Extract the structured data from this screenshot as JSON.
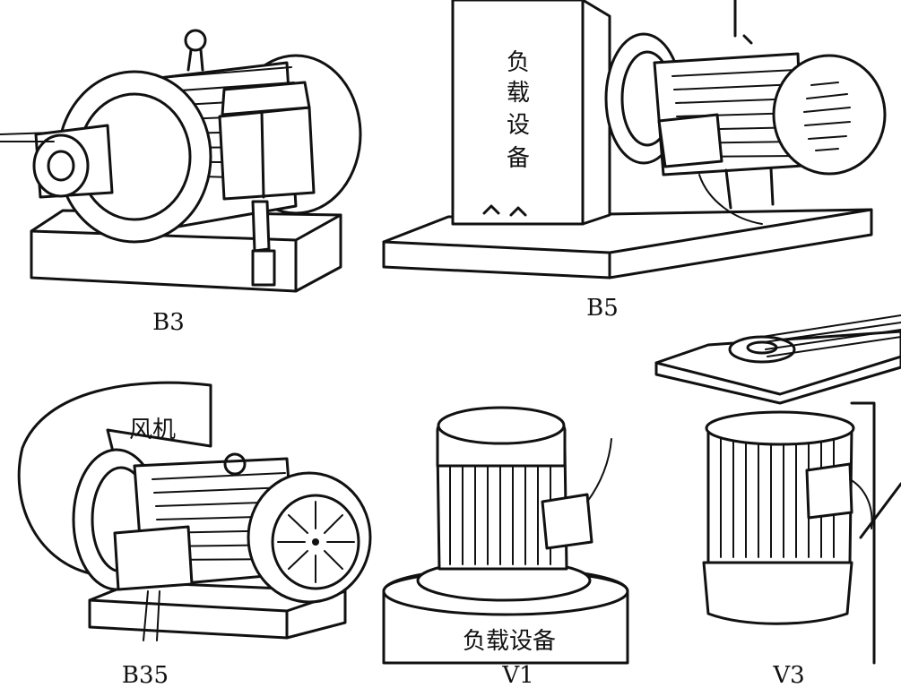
{
  "figures": [
    {
      "id": "B3",
      "label": "B3"
    },
    {
      "id": "B5",
      "label": "B5",
      "device_text": [
        "负",
        "载",
        "设",
        "备"
      ]
    },
    {
      "id": "B35",
      "label": "B35",
      "device_text": "风机"
    },
    {
      "id": "V1",
      "label": "V1",
      "device_text": "负载设备"
    },
    {
      "id": "V3",
      "label": "V3"
    }
  ]
}
